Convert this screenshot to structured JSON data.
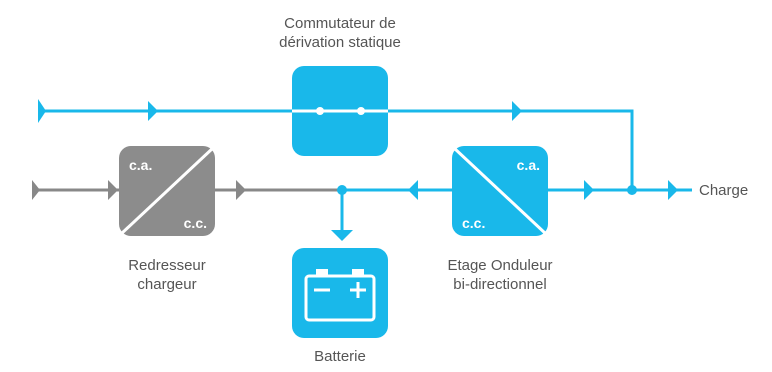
{
  "colors": {
    "bypass_line": "#19b8ea",
    "main_line_left": "#888888",
    "main_line_right": "#19b8ea",
    "rectifier_box": "#8c8c8c",
    "blue_box": "#19b8ea",
    "label_text": "#555555"
  },
  "bypass": {
    "label_line1": "Commutateur de",
    "label_line2": "dérivation statique",
    "icon": "static-switch-icon"
  },
  "rectifier": {
    "top_label": "c.a.",
    "bottom_label": "c.c.",
    "label_line1": "Redresseur",
    "label_line2": "chargeur"
  },
  "inverter": {
    "top_label": "c.a.",
    "bottom_label": "c.c.",
    "label_line1": "Etage Onduleur",
    "label_line2": "bi-directionnel"
  },
  "battery": {
    "label": "Batterie",
    "icon": "battery-icon"
  },
  "output": {
    "label": "Charge"
  }
}
